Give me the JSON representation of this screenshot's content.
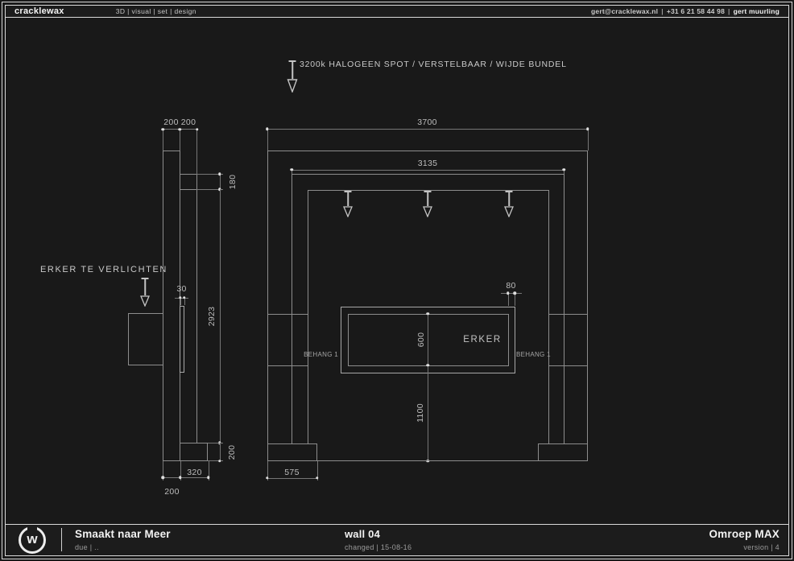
{
  "header": {
    "brand": "cracklewax",
    "tagline": "3D  |  visual  |  set  |  design",
    "email": "gert@cracklewax.nl",
    "phone": "+31 6 21 58 44 98",
    "author": "gert muurling",
    "sep": "|"
  },
  "footer": {
    "logo_letter": "w",
    "project": "Smaakt naar Meer",
    "due": "due   |   ..",
    "sheet": "wall 04",
    "changed": "changed   |   15-08-16",
    "client": "Omroep MAX",
    "version": "version   |   4"
  },
  "annotations": {
    "spot_note": "3200k HALOGEEN SPOT / VERSTELBAAR / WIJDE BUNDEL",
    "erker_note": "ERKER TE VERLICHTEN",
    "erker": "ERKER",
    "behang_left": "BEHANG 1",
    "behang_right": "BEHANG 1"
  },
  "dims": {
    "wall_top_a": "200",
    "wall_top_b": "200",
    "outer_width": "3700",
    "inner_width": "3135",
    "band_height": "180",
    "wall_height": "2923",
    "panel_thickness": "30",
    "erker_inset": "80",
    "erker_height": "600",
    "erker_to_floor": "1100",
    "foot_height": "200",
    "foot_depth": "320",
    "wall_thickness": "200",
    "foot_width": "575"
  },
  "colors": {
    "background": "#191919",
    "frame": "#d9d9d9",
    "wall_line": "#8d8d8d",
    "dim_line": "#767676",
    "dim_text": "#bdbdbd",
    "arrow": "#c4c4c4"
  }
}
